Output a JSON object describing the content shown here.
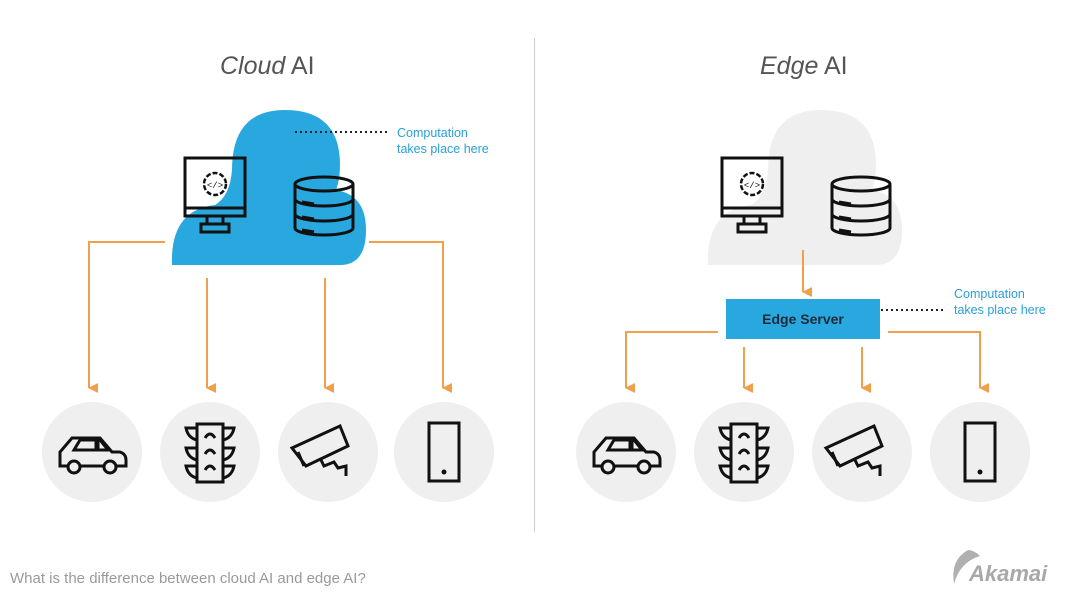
{
  "cloud": {
    "title_italic": "Cloud",
    "title_rest": " AI",
    "note_line1": "Computation",
    "note_line2": "takes place here",
    "cloud_color": "#29a8e0"
  },
  "edge": {
    "title_italic": "Edge",
    "title_rest": " AI",
    "note_line1": "Computation",
    "note_line2": "takes place here",
    "server_label": "Edge Server",
    "cloud_color": "#efefef"
  },
  "devices": [
    "car-icon",
    "traffic-light-icon",
    "security-camera-icon",
    "smartphone-icon"
  ],
  "arrow_color": "#f0a04b",
  "caption": "What is the difference between cloud AI and edge AI?",
  "logo_text": "Akamai"
}
